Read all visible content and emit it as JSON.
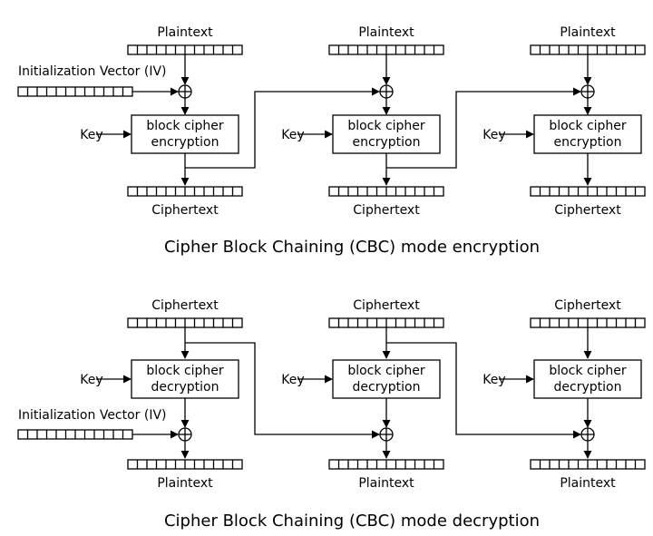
{
  "colors": {
    "stroke": "#000000",
    "background": "#ffffff"
  },
  "encryption": {
    "caption": "Cipher Block Chaining (CBC) mode encryption",
    "iv_label": "Initialization Vector (IV)",
    "stages": [
      {
        "input_label": "Plaintext",
        "key_label": "Key",
        "box_line1": "block cipher",
        "box_line2": "encryption",
        "output_label": "Ciphertext"
      },
      {
        "input_label": "Plaintext",
        "key_label": "Key",
        "box_line1": "block cipher",
        "box_line2": "encryption",
        "output_label": "Ciphertext"
      },
      {
        "input_label": "Plaintext",
        "key_label": "Key",
        "box_line1": "block cipher",
        "box_line2": "encryption",
        "output_label": "Ciphertext"
      }
    ]
  },
  "decryption": {
    "caption": "Cipher Block Chaining (CBC) mode decryption",
    "iv_label": "Initialization Vector (IV)",
    "stages": [
      {
        "input_label": "Ciphertext",
        "key_label": "Key",
        "box_line1": "block cipher",
        "box_line2": "decryption",
        "output_label": "Plaintext"
      },
      {
        "input_label": "Ciphertext",
        "key_label": "Key",
        "box_line1": "block cipher",
        "box_line2": "decryption",
        "output_label": "Plaintext"
      },
      {
        "input_label": "Ciphertext",
        "key_label": "Key",
        "box_line1": "block cipher",
        "box_line2": "decryption",
        "output_label": "Plaintext"
      }
    ]
  }
}
